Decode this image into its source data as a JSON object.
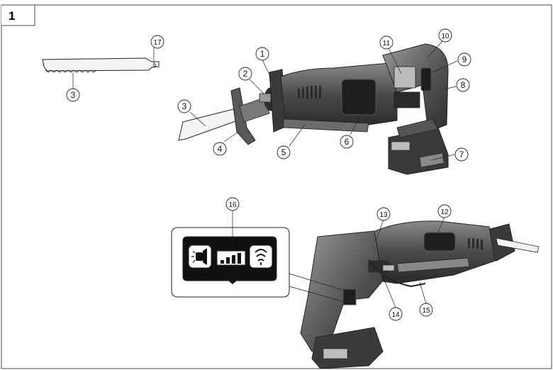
{
  "figure_number": "1",
  "callouts": [
    "1",
    "2",
    "3",
    "3",
    "4",
    "5",
    "6",
    "7",
    "8",
    "9",
    "10",
    "11",
    "12",
    "13",
    "14",
    "15",
    "16",
    "17"
  ],
  "colors": {
    "line": "#222222",
    "tool_dark": "#3a3a3a",
    "tool_mid": "#6e6e6e",
    "tool_light": "#bdbdbd",
    "blade": "#f2f2f2"
  }
}
